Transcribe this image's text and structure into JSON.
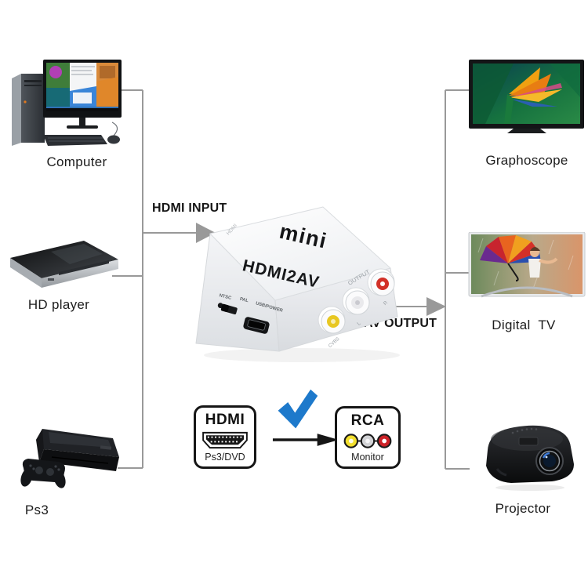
{
  "labels": {
    "hdmi_input": "HDMI INPUT",
    "av_output": "AV OUTPUT"
  },
  "devices": {
    "computer": {
      "label": "Computer"
    },
    "hd_player": {
      "label": "HD player"
    },
    "ps3": {
      "label": "Ps3"
    },
    "graphoscope": {
      "label": "Graphoscope"
    },
    "digital_tv": {
      "label": "Digital  TV"
    },
    "projector": {
      "label": "Projector"
    }
  },
  "converter": {
    "logo": "mini",
    "model": "HDMI2AV",
    "port_labels": {
      "hdmi_side": "HDMI",
      "output": "OUTPUT",
      "ntsc": "NTSC",
      "pal": "PAL",
      "usb_power": "USB/POWER",
      "cvbs": "CVBS",
      "audio_left": "L",
      "audio_right": "R"
    },
    "rca_colors": {
      "video": "#e8c722",
      "audio_left": "#e9e9ec",
      "audio_right": "#d23128"
    }
  },
  "legend": {
    "hdmi": {
      "title": "HDMI",
      "subtitle": "Ps3/DVD"
    },
    "rca": {
      "title": "RCA",
      "subtitle": "Monitor"
    },
    "checkmark_color": "#1d79cb"
  },
  "line_color": "#999999"
}
